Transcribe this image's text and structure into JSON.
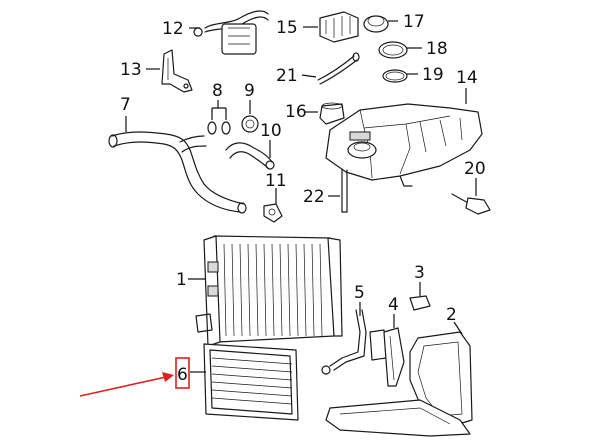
{
  "callouts": {
    "c1": "1",
    "c2": "2",
    "c3": "3",
    "c4": "4",
    "c5": "5",
    "c6": "6",
    "c7": "7",
    "c8": "8",
    "c9": "9",
    "c10": "10",
    "c11": "11",
    "c12": "12",
    "c13": "13",
    "c14": "14",
    "c15": "15",
    "c16": "16",
    "c17": "17",
    "c18": "18",
    "c19": "19",
    "c20": "20",
    "c21": "21",
    "c22": "22"
  },
  "colors": {
    "highlight_box": "#e0201c",
    "indicator_arrow": "#e0201c",
    "line": "#1a1a1a"
  }
}
